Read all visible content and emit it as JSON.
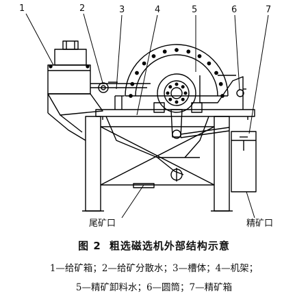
{
  "figure": {
    "number": "图 2",
    "title": "粗选磁选机外部结构示意"
  },
  "callouts": [
    "1",
    "2",
    "3",
    "4",
    "5",
    "6",
    "7"
  ],
  "outlet_labels": {
    "tailings": "尾矿口",
    "concentrate": "精矿口"
  },
  "legend": {
    "line1": "1—给矿箱；2—给矿分散水；3—槽体；4—机架；",
    "line2": "5—精矿卸料水；6—圆筒；7—精矿箱"
  }
}
